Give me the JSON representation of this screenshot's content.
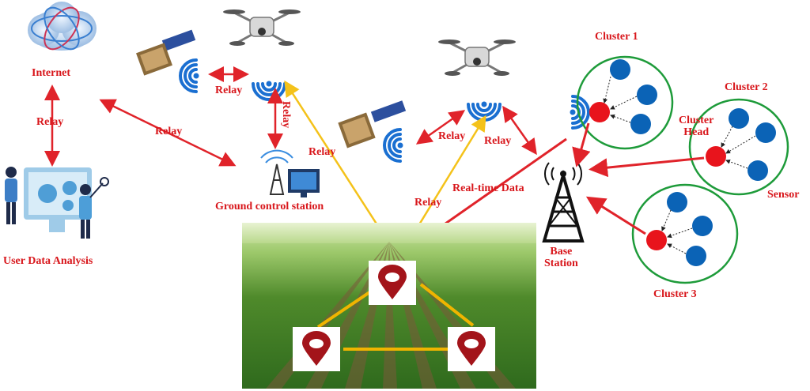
{
  "labels": {
    "internet": "Internet",
    "user_data_analysis": "User Data Analysis",
    "ground_control_station": "Ground control station",
    "relay": "Relay",
    "real_time_data": "Real-time Data",
    "base_station": "Base\nStation",
    "cluster_1": "Cluster 1",
    "cluster_2": "Cluster 2",
    "cluster_3": "Cluster 3",
    "cluster_head": "Cluster\nHead",
    "sensor": "Sensor"
  },
  "colors": {
    "relay_arrow": "#e0232a",
    "uav_link": "#f4c21a",
    "marker_link": "#f0b400",
    "cluster_ring": "#1e9b3a",
    "cluster_head": "#e8141c",
    "sensor_node": "#0b63b6",
    "wifi": "#1a6fd1",
    "marker": "#a3141a"
  },
  "icons": {
    "internet": "cloud-globe-icon",
    "uav": "drone-icon",
    "satellite": "satellite-icon",
    "signal": "wifi-signal-icon",
    "ground_station": "antenna-monitor-icon",
    "base_station": "cell-tower-icon",
    "marker": "location-pin-icon",
    "users": "people-analytics-icon"
  }
}
